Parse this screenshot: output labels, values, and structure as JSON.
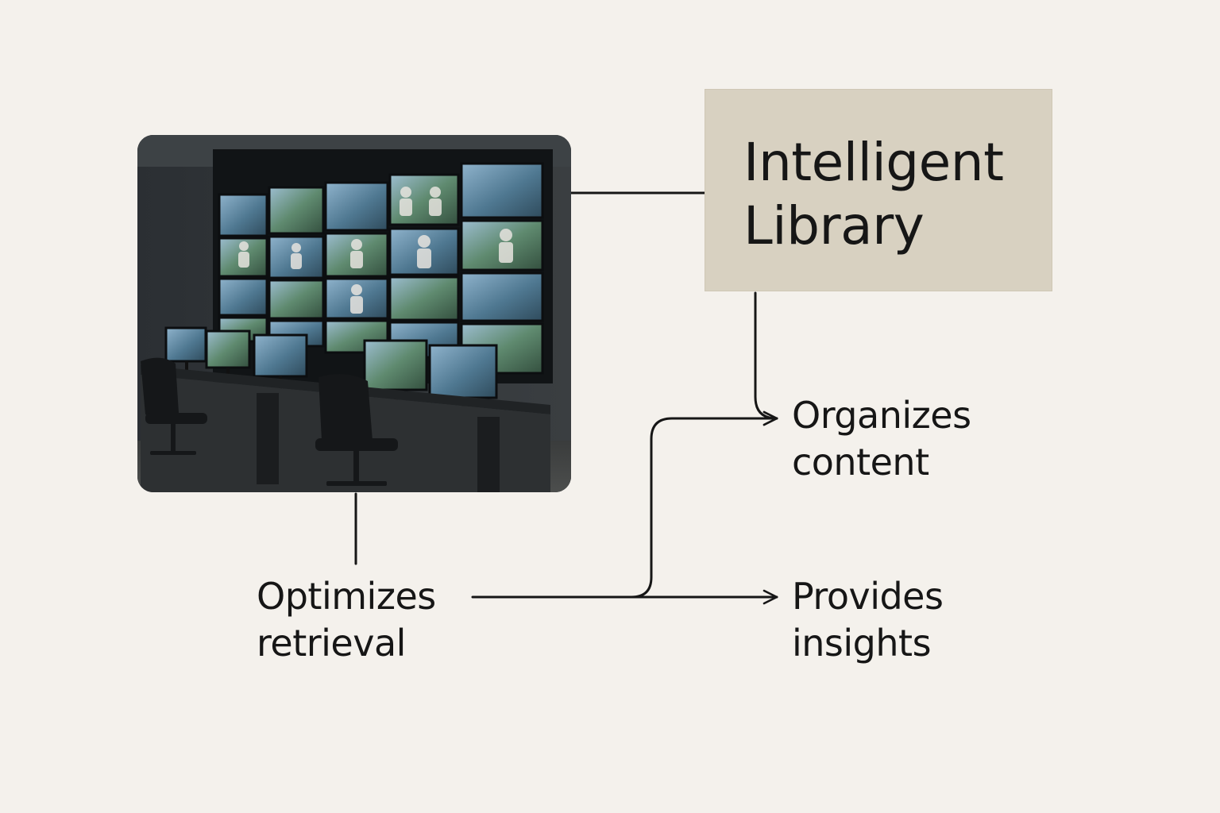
{
  "diagram": {
    "central_box": {
      "title": "Intelligent\nLibrary",
      "fill": "#d8d1c1"
    },
    "nodes": {
      "organizes": {
        "label": "Organizes\ncontent"
      },
      "provides": {
        "label": "Provides\ninsights"
      },
      "optimizes": {
        "label": "Optimizes\nretrieval"
      }
    },
    "photo": {
      "subject": "video-wall-control-room"
    },
    "colors": {
      "background": "#f4f1ec",
      "line": "#161616",
      "text": "#161616"
    }
  }
}
